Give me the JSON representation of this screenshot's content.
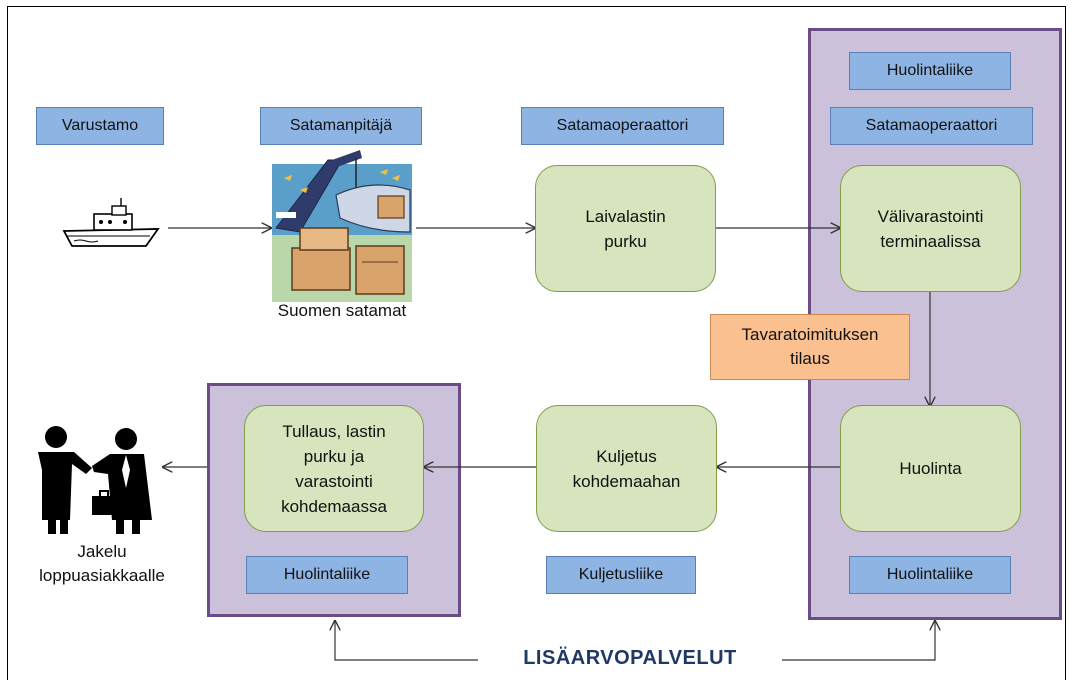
{
  "roles": {
    "varustamo": "Varustamo",
    "satamanpitaja": "Satamanpitäjä",
    "satamaoperaattori_mid": "Satamaoperaattori",
    "huolintaliike_top": "Huolintaliike",
    "satamaoperaattori_right": "Satamaoperaattori",
    "huolintaliike_right_bottom": "Huolintaliike",
    "kuljetusliike": "Kuljetusliike",
    "huolintaliike_left_bottom": "Huolintaliike"
  },
  "processes": {
    "laivalastin_purku": "Laivalastin\npurku",
    "valivarastointi": "Välivarastointi\nterminaalissa",
    "huolinta": "Huolinta",
    "kuljetus": "Kuljetus\nkohdemaahan",
    "tullaus": "Tullaus, lastin\npurku ja\nvarastointi\nkohdemaassa"
  },
  "order": "Tavaratoimituksen\ntilaus",
  "labels": {
    "ports": "Suomen satamat",
    "distribution": "Jakelu\nloppuasiakkaalle",
    "value_added": "LISÄARVOPALVELUT"
  },
  "icons": [
    "ship-icon",
    "port-cargo-icon",
    "handshake-icon"
  ]
}
